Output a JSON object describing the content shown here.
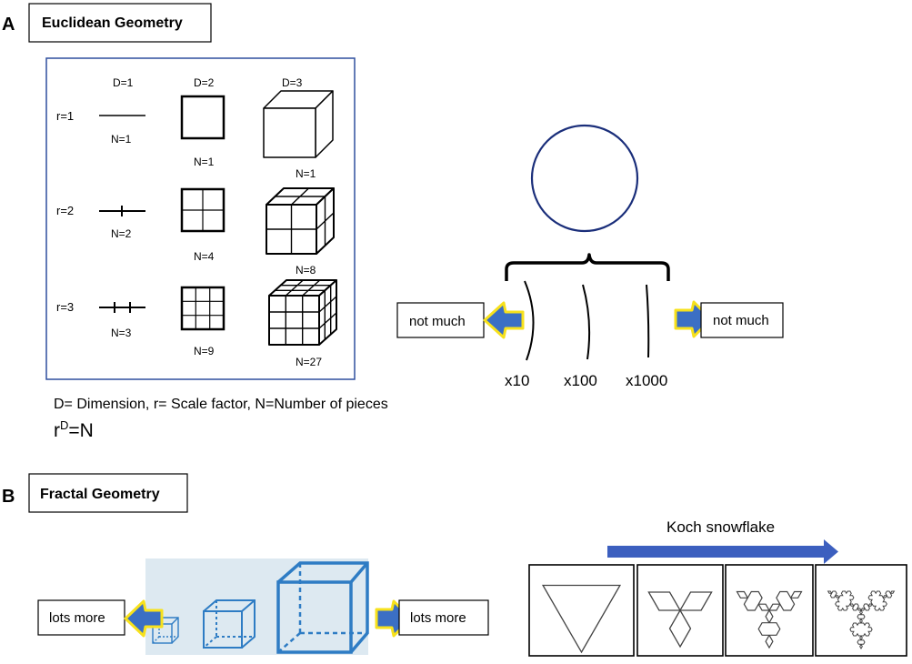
{
  "panel_a": {
    "letter": "A",
    "title": "Euclidean Geometry",
    "grid": {
      "col_headers": [
        "D=1",
        "D=2",
        "D=3"
      ],
      "row_labels": [
        "r=1",
        "r=2",
        "r=3"
      ],
      "line_counts": [
        "N=1",
        "N=2",
        "N=3"
      ],
      "square_counts": [
        "N=1",
        "N=4",
        "N=9"
      ],
      "cube_counts": [
        "N=1",
        "N=8",
        "N=27"
      ]
    },
    "legend": "D= Dimension, r= Scale factor, N=Number of pieces",
    "formula_base": "r",
    "formula_exp": "D",
    "formula_rest": "=N",
    "zoom": {
      "left_label": "not much",
      "right_label": "not much",
      "magnifications": [
        "x10",
        "x100",
        "x1000"
      ]
    }
  },
  "panel_b": {
    "letter": "B",
    "title": "Fractal Geometry",
    "left_label": "lots more",
    "right_label": "lots more",
    "koch_title": "Koch snowflake",
    "koch_iterations": 4
  },
  "colors": {
    "frame_blue": "#2f4f9e",
    "circle_blue": "#1a2e7a",
    "cube_blue": "#2e7cc4",
    "cube_bg": "#dde9f1",
    "arrow_blue": "#3b6fc4",
    "arrow_yellow": "#f7e11c",
    "koch_arrow": "#3c5fbf",
    "koch_stroke": "#444444"
  }
}
